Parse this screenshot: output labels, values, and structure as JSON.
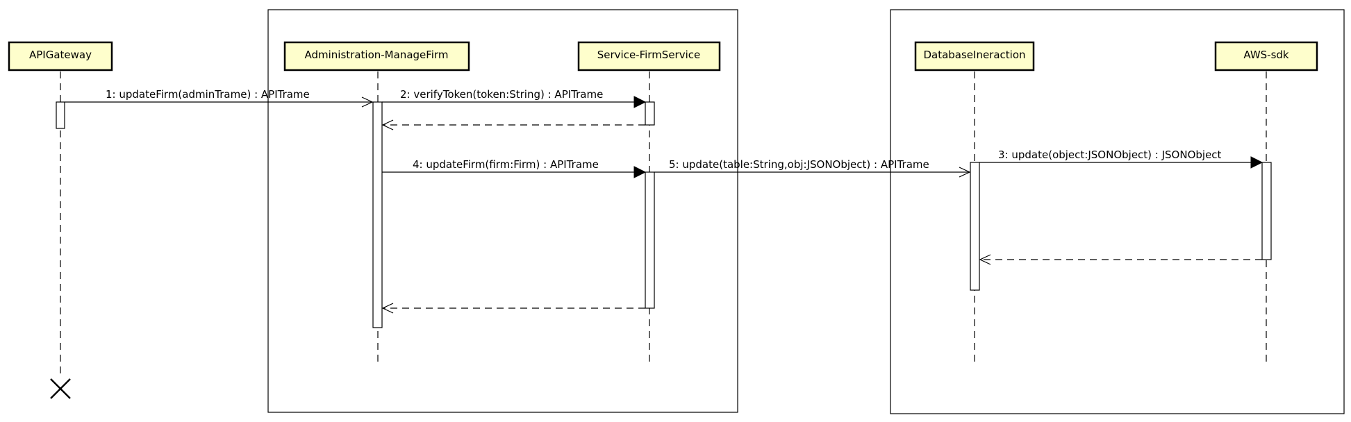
{
  "participants": [
    {
      "id": "apigateway",
      "label": "APIGateway"
    },
    {
      "id": "managefirm",
      "label": "Administration-ManageFirm"
    },
    {
      "id": "firmservice",
      "label": "Service-FirmService"
    },
    {
      "id": "dbinteraction",
      "label": "DatabaseIneraction"
    },
    {
      "id": "awssdk",
      "label": "AWS-sdk"
    }
  ],
  "messages": [
    {
      "id": "m1",
      "label": "1: updateFirm(adminTrame) : APITrame",
      "from": "apigateway",
      "to": "managefirm",
      "kind": "call-open"
    },
    {
      "id": "m2",
      "label": "2: verifyToken(token:String) : APITrame",
      "from": "managefirm",
      "to": "firmservice",
      "kind": "call-filled"
    },
    {
      "id": "r2",
      "label": "",
      "from": "firmservice",
      "to": "managefirm",
      "kind": "return"
    },
    {
      "id": "m4",
      "label": "4: updateFirm(firm:Firm) : APITrame",
      "from": "managefirm",
      "to": "firmservice",
      "kind": "call-filled"
    },
    {
      "id": "m5",
      "label": "5: update(table:String,obj:JSONObject) : APITrame",
      "from": "firmservice",
      "to": "dbinteraction",
      "kind": "call-open"
    },
    {
      "id": "m3",
      "label": "3: update(object:JSONObject) : JSONObject",
      "from": "dbinteraction",
      "to": "awssdk",
      "kind": "call-filled"
    },
    {
      "id": "r3",
      "label": "",
      "from": "awssdk",
      "to": "dbinteraction",
      "kind": "return"
    },
    {
      "id": "r4",
      "label": "",
      "from": "firmservice",
      "to": "managefirm",
      "kind": "return"
    }
  ]
}
